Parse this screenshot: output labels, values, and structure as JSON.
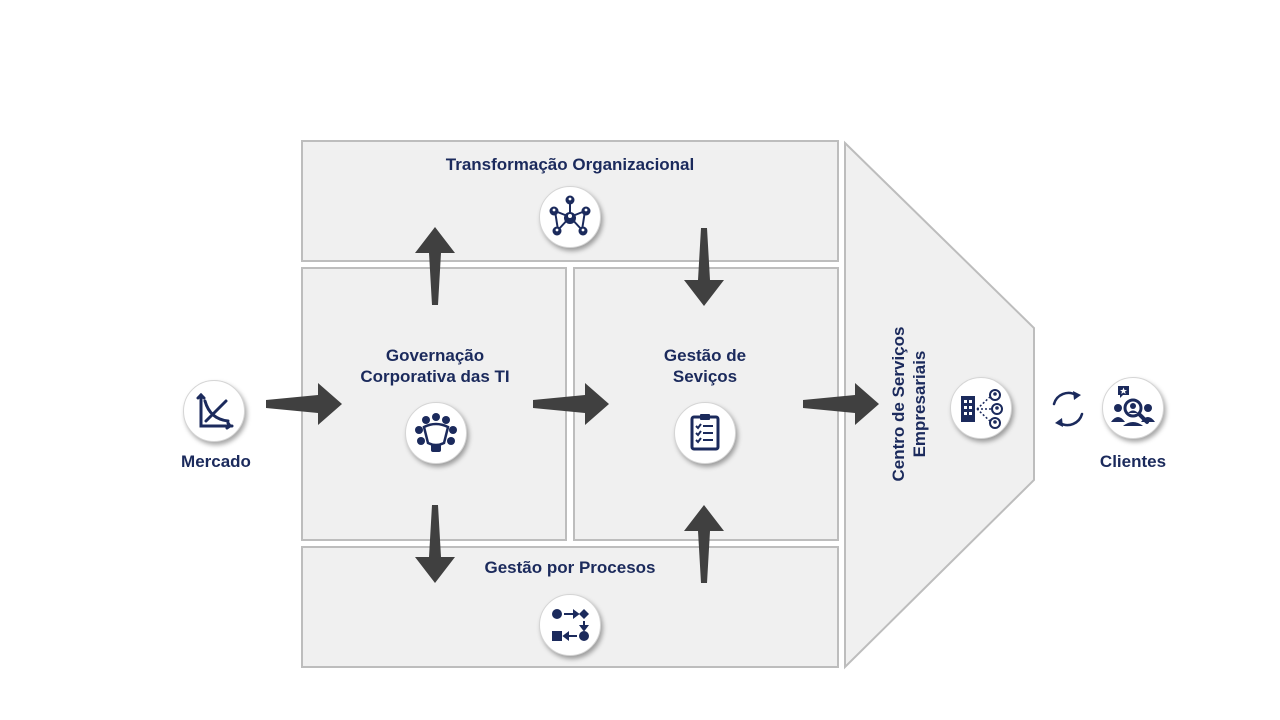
{
  "diagram": {
    "mercado": {
      "label": "Mercado",
      "icon": "market-chart-icon"
    },
    "clientes": {
      "label": "Clientes",
      "icon": "customer-search-icon",
      "cycle_icon": "refresh-cycle-icon"
    },
    "transformacao": {
      "label": "Transformação  Organizacional",
      "icon": "network-people-icon"
    },
    "governanca": {
      "label_line1": "Governação",
      "label_line2": "Corporativa  das TI",
      "icon": "meeting-table-icon"
    },
    "gestao_servicos": {
      "label_line1": "Gestão de",
      "label_line2": "Seviços",
      "icon": "clipboard-checklist-icon"
    },
    "gestao_processos": {
      "label": "Gestão  por Procesos",
      "icon": "process-flow-icon"
    },
    "centro_servicos": {
      "label_line1": "Centro de Serviços",
      "label_line2": "Empresariais",
      "icon": "building-network-icon"
    },
    "colors": {
      "label": "#1b2a5c",
      "box_fill": "#f0f0f0",
      "box_border": "#bdbdbd",
      "arrow": "#404040",
      "icon": "#1b2a5c"
    }
  }
}
